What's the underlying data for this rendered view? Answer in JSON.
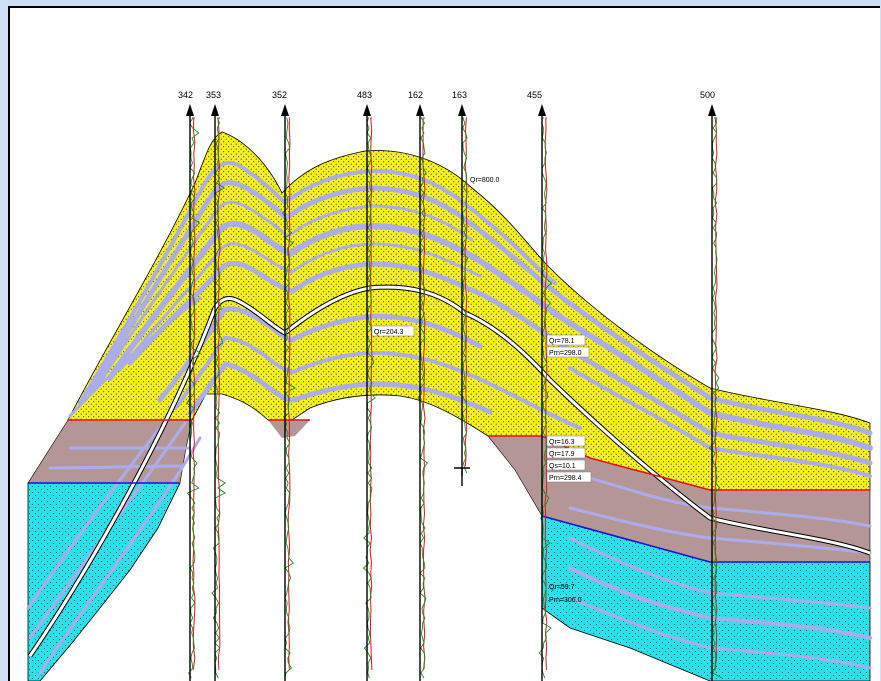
{
  "well_labels": [
    "342",
    "353",
    "352",
    "483",
    "162",
    "163",
    "455",
    "500"
  ],
  "annotations": {
    "a1": "Qr=800.0",
    "a2": "Qr=204.3",
    "a3": "Qr=78.1",
    "a4": "Prn=298.0",
    "a5": "Qr=16.3",
    "a6": "Qr=17.9",
    "a7": "Qs=10.1",
    "a8": "Prn=298.4",
    "a9": "Qr=59.7",
    "a10": "Prn=306.0"
  },
  "colors": {
    "sand": "#f4f21a",
    "shale_band": "#adaceb",
    "brown_zone": "#b49696",
    "cyan_zone": "#2ce0ea",
    "contact_red": "#e4101e",
    "contact_blue": "#1414d8",
    "log_green": "#1e8a1e",
    "log_red": "#d21c1c",
    "well_black": "#000000"
  }
}
